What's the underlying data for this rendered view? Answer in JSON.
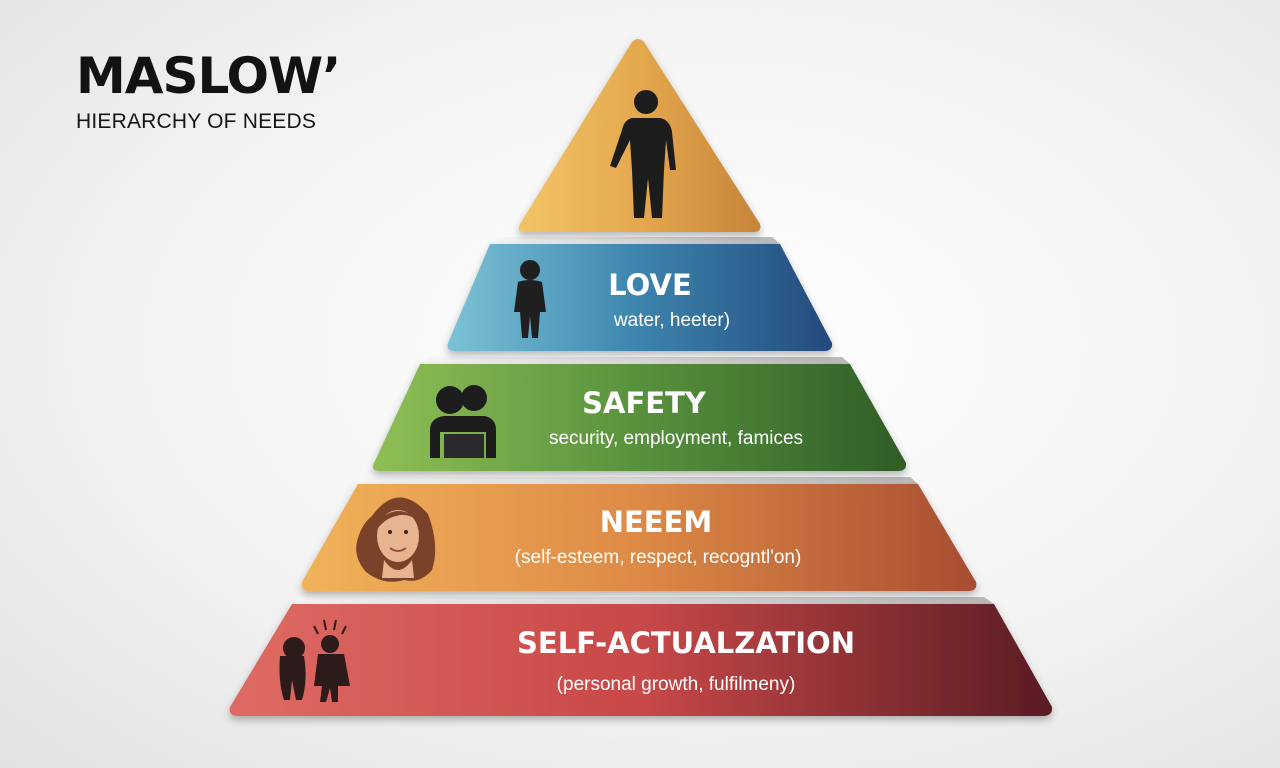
{
  "title": {
    "main": "MASLOW’",
    "subtitle": "HIERARCHY OF NEEDS"
  },
  "levels": [
    {
      "title": "",
      "description": "",
      "icon": "standing-person-icon",
      "color": "#e4a84e"
    },
    {
      "title": "LOVE",
      "description": "water, heeter)",
      "icon": "child-figure-icon",
      "color": "#3c84ad"
    },
    {
      "title": "SAFETY",
      "description": "security, employment, famices",
      "icon": "couple-icon",
      "color": "#58913d"
    },
    {
      "title": "NEEEM",
      "description": "(self-esteem, respect, recogntl'on)",
      "icon": "woman-face-icon",
      "color": "#dd8a46"
    },
    {
      "title": "SELF-ACTUALZATION",
      "description": "(personal growth, fulfilmeny)",
      "icon": "people-pair-icon",
      "color": "#c84848"
    }
  ]
}
